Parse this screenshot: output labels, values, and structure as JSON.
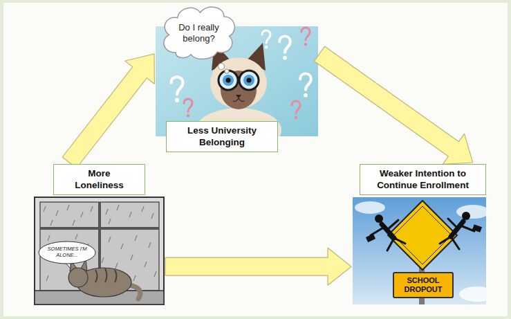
{
  "diagram": {
    "nodes": [
      {
        "text": [
          "Do I really belong?"
        ]
      },
      {
        "text": [
          "Less University Belonging"
        ]
      },
      {
        "text": [
          "More Loneliness"
        ]
      },
      {
        "text": [
          "SOMETIMES I'M ALONE..."
        ],
        "in": 2
      },
      {
        "text": [
          "Weaker Intention to Continue Enrollment"
        ]
      },
      {
        "text": [
          "SCHOOL DROPOUT"
        ],
        "in": 4
      }
    ],
    "edges": [
      {
        "from": 2,
        "to": 1,
        "arrow": "to"
      },
      {
        "from": 1,
        "to": 4,
        "arrow": "to"
      },
      {
        "from": 2,
        "to": 4,
        "arrow": "to"
      }
    ]
  }
}
